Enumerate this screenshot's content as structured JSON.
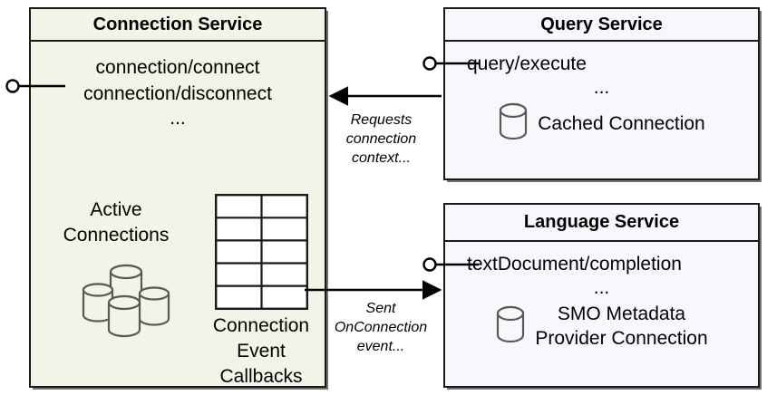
{
  "diagram": {
    "title": "Connection Service architecture",
    "colors": {
      "connection_service_fill": "#f2f4e8",
      "query_service_fill": "#f7f8fb",
      "language_service_fill": "#f7f8fb",
      "stroke": "#1a1a1a",
      "icon_stroke": "#5a5a55"
    }
  },
  "connection_service": {
    "title": "Connection Service",
    "operations": [
      "connection/connect",
      "connection/disconnect"
    ],
    "operations_more": "...",
    "active_connections_label": "Active\nConnections",
    "active_connections_label_line1": "Active",
    "active_connections_label_line2": "Connections",
    "callbacks_label_line1": "Connection",
    "callbacks_label_line2": "Event",
    "callbacks_label_line3": "Callbacks",
    "cluster_icon": "database-cluster-icon",
    "grid_icon": "table-grid-icon",
    "grid_rows": 5,
    "grid_cols": 2,
    "interface_lollipop": "provided-interface-lollipop"
  },
  "query_service": {
    "title": "Query Service",
    "operation": "query/execute",
    "operations_more": "...",
    "resource_label": "Cached Connection",
    "resource_icon": "database-cylinder-icon",
    "interface_lollipop": "provided-interface-lollipop"
  },
  "language_service": {
    "title": "Language Service",
    "operation": "textDocument/completion",
    "operations_more": "...",
    "resource_label_line1": "SMO Metadata",
    "resource_label_line2": "Provider Connection",
    "resource_icon": "database-cylinder-icon",
    "interface_lollipop": "provided-interface-lollipop"
  },
  "edges": [
    {
      "id": "query-to-connection",
      "from": "query_service",
      "to": "connection_service",
      "label_line1": "Requests",
      "label_line2": "connection",
      "label_line3": "context...",
      "direction": "left"
    },
    {
      "id": "connection-to-language",
      "from": "connection_service",
      "to": "language_service",
      "label_line1": "Sent",
      "label_line2": "OnConnection",
      "label_line3": "event...",
      "direction": "right"
    }
  ]
}
